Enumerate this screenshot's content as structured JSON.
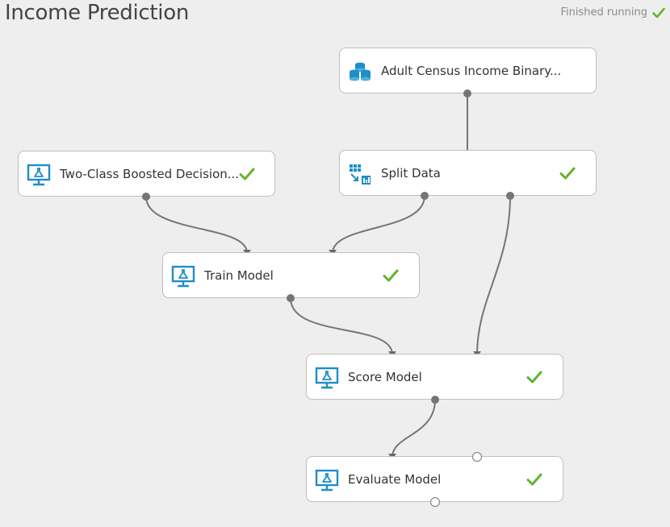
{
  "experiment": {
    "title": "Income Prediction",
    "status_text": "Finished running",
    "status_icon": "check-icon",
    "accent_color": "#62b42f"
  },
  "modules": [
    {
      "id": "dataset",
      "label": "Adult Census Income Binary...",
      "icon": "dataset-icon",
      "completed": false
    },
    {
      "id": "boosted-tree",
      "label": "Two-Class Boosted Decision...",
      "icon": "model-icon",
      "completed": true
    },
    {
      "id": "split-data",
      "label": "Split Data",
      "icon": "split-data-icon",
      "completed": true
    },
    {
      "id": "train-model",
      "label": "Train Model",
      "icon": "model-icon",
      "completed": true
    },
    {
      "id": "score-model",
      "label": "Score Model",
      "icon": "model-icon",
      "completed": true
    },
    {
      "id": "evaluate-model",
      "label": "Evaluate Model",
      "icon": "model-icon",
      "completed": true
    }
  ]
}
